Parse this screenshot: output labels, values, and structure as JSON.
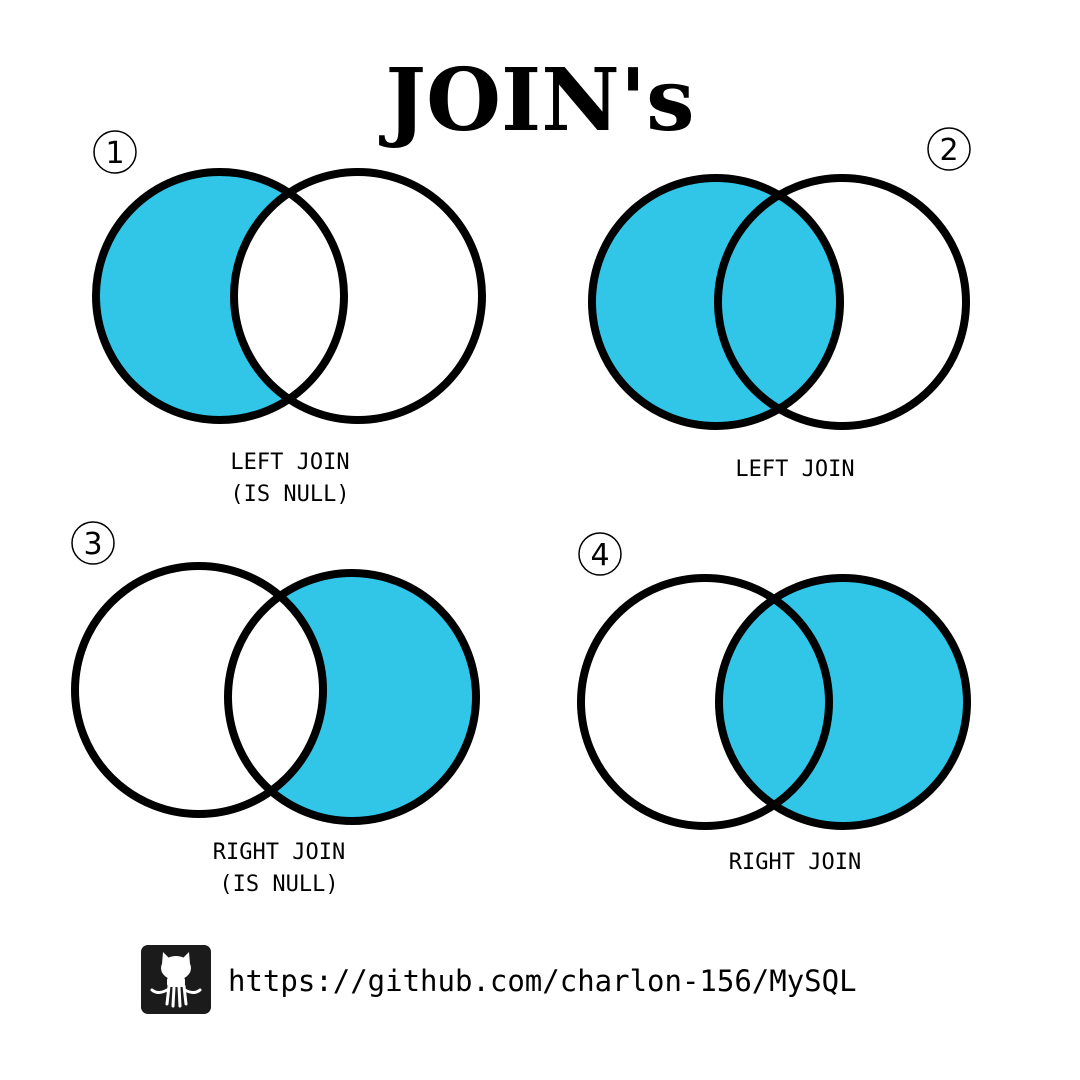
{
  "title": "JOIN's",
  "colors": {
    "fill": "#31C6E8",
    "stroke": "#000000",
    "background": "#ffffff",
    "logo_background": "#1b1b1b"
  },
  "diagrams": [
    {
      "number": "1",
      "caption_line1": "LEFT JOIN",
      "caption_line2": "(IS NULL)",
      "highlight": "left-only"
    },
    {
      "number": "2",
      "caption_line1": "LEFT JOIN",
      "caption_line2": "",
      "highlight": "left-full"
    },
    {
      "number": "3",
      "caption_line1": "RIGHT JOIN",
      "caption_line2": "(IS NULL)",
      "highlight": "right-only"
    },
    {
      "number": "4",
      "caption_line1": "RIGHT JOIN",
      "caption_line2": "",
      "highlight": "right-full"
    }
  ],
  "footer": {
    "logo_icon": "github-octocat-icon",
    "url": "https://github.com/charlon-156/MySQL"
  }
}
